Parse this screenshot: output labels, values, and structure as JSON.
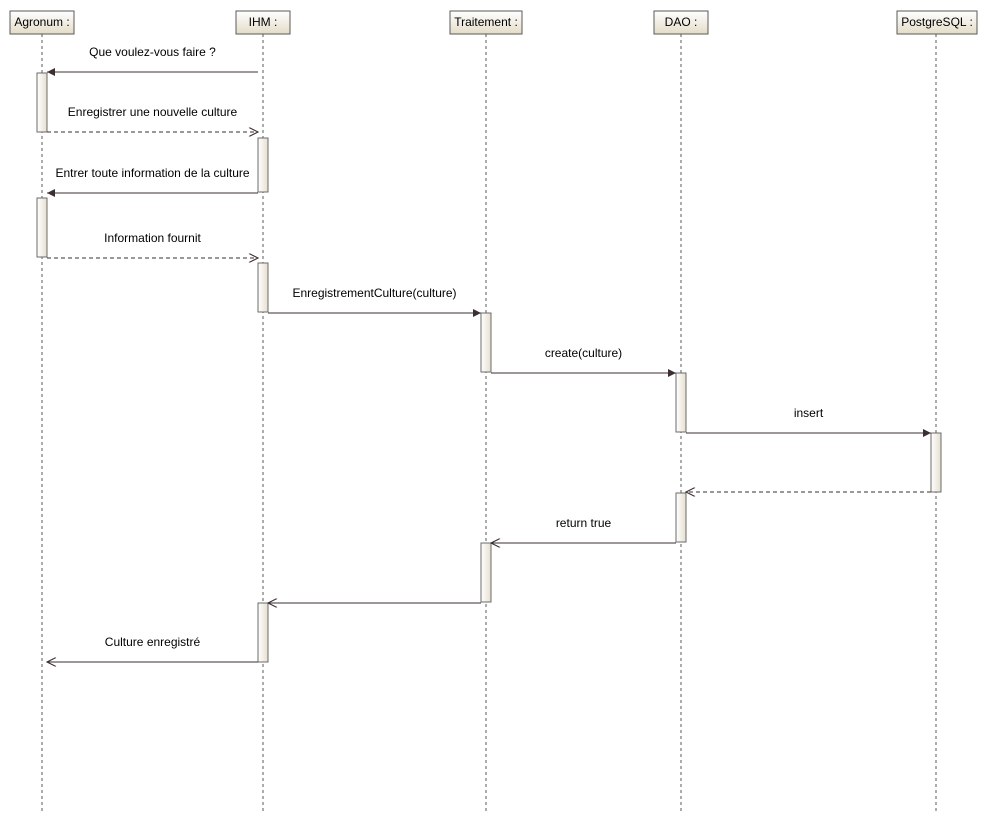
{
  "diagram": {
    "type": "uml-sequence",
    "colors": {
      "header_fill_top": "#ffffff",
      "header_fill_bottom": "#e4dcc8",
      "activation_fill": "#f1ede4",
      "line": "#3b2f2f"
    },
    "lifelines": [
      {
        "id": "agronum",
        "label": "Agronum :"
      },
      {
        "id": "ihm",
        "label": "IHM :"
      },
      {
        "id": "traitement",
        "label": "Traitement :"
      },
      {
        "id": "dao",
        "label": "DAO :"
      },
      {
        "id": "postgresql",
        "label": "PostgreSQL :"
      }
    ],
    "messages": [
      {
        "from": "ihm",
        "to": "agronum",
        "label": "Que voulez-vous faire ?",
        "kind": "sync"
      },
      {
        "from": "agronum",
        "to": "ihm",
        "label": "Enregistrer une nouvelle culture",
        "kind": "reply"
      },
      {
        "from": "ihm",
        "to": "agronum",
        "label": "Entrer toute information de la culture",
        "kind": "sync"
      },
      {
        "from": "agronum",
        "to": "ihm",
        "label": "Information fournit",
        "kind": "reply"
      },
      {
        "from": "ihm",
        "to": "traitement",
        "label": "EnregistrementCulture(culture)",
        "kind": "sync"
      },
      {
        "from": "traitement",
        "to": "dao",
        "label": "create(culture)",
        "kind": "sync"
      },
      {
        "from": "dao",
        "to": "postgresql",
        "label": "insert",
        "kind": "sync"
      },
      {
        "from": "postgresql",
        "to": "dao",
        "label": "",
        "kind": "reply"
      },
      {
        "from": "dao",
        "to": "traitement",
        "label": "return true",
        "kind": "return"
      },
      {
        "from": "traitement",
        "to": "ihm",
        "label": "",
        "kind": "return"
      },
      {
        "from": "ihm",
        "to": "agronum",
        "label": "Culture enregistré",
        "kind": "return"
      }
    ]
  }
}
